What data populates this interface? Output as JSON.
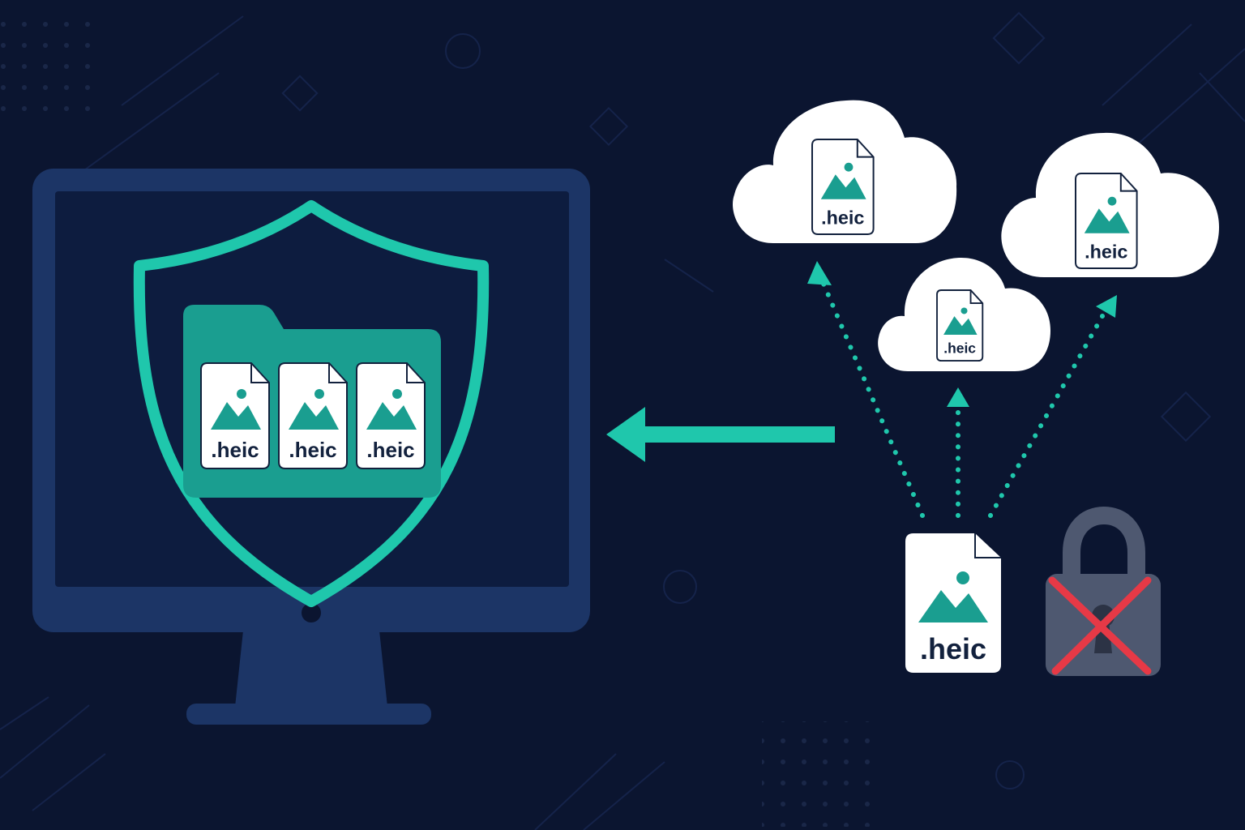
{
  "palette": {
    "background": "#0b1530",
    "monitor_frame": "#1c3566",
    "monitor_screen": "#0d1c3f",
    "accent_teal": "#1fc7ac",
    "folder_teal": "#1a9e90",
    "file_white": "#ffffff",
    "file_outline": "#12213d",
    "cloud_white": "#ffffff",
    "lock_gray": "#4e5870",
    "cross_red": "#e63946"
  },
  "icons": {
    "monitor": "desktop-monitor-icon",
    "shield": "shield-icon",
    "folder": "folder-icon",
    "file": "image-file-icon",
    "cloud": "cloud-icon",
    "lock": "padlock-icon",
    "cross": "red-cross-icon",
    "arrow": "left-arrow-icon"
  },
  "folder_files": [
    {
      "label": ".heic"
    },
    {
      "label": ".heic"
    },
    {
      "label": ".heic"
    }
  ],
  "clouds": [
    {
      "file_label": ".heic"
    },
    {
      "file_label": ".heic"
    },
    {
      "file_label": ".heic"
    }
  ],
  "source_file": {
    "label": ".heic"
  }
}
